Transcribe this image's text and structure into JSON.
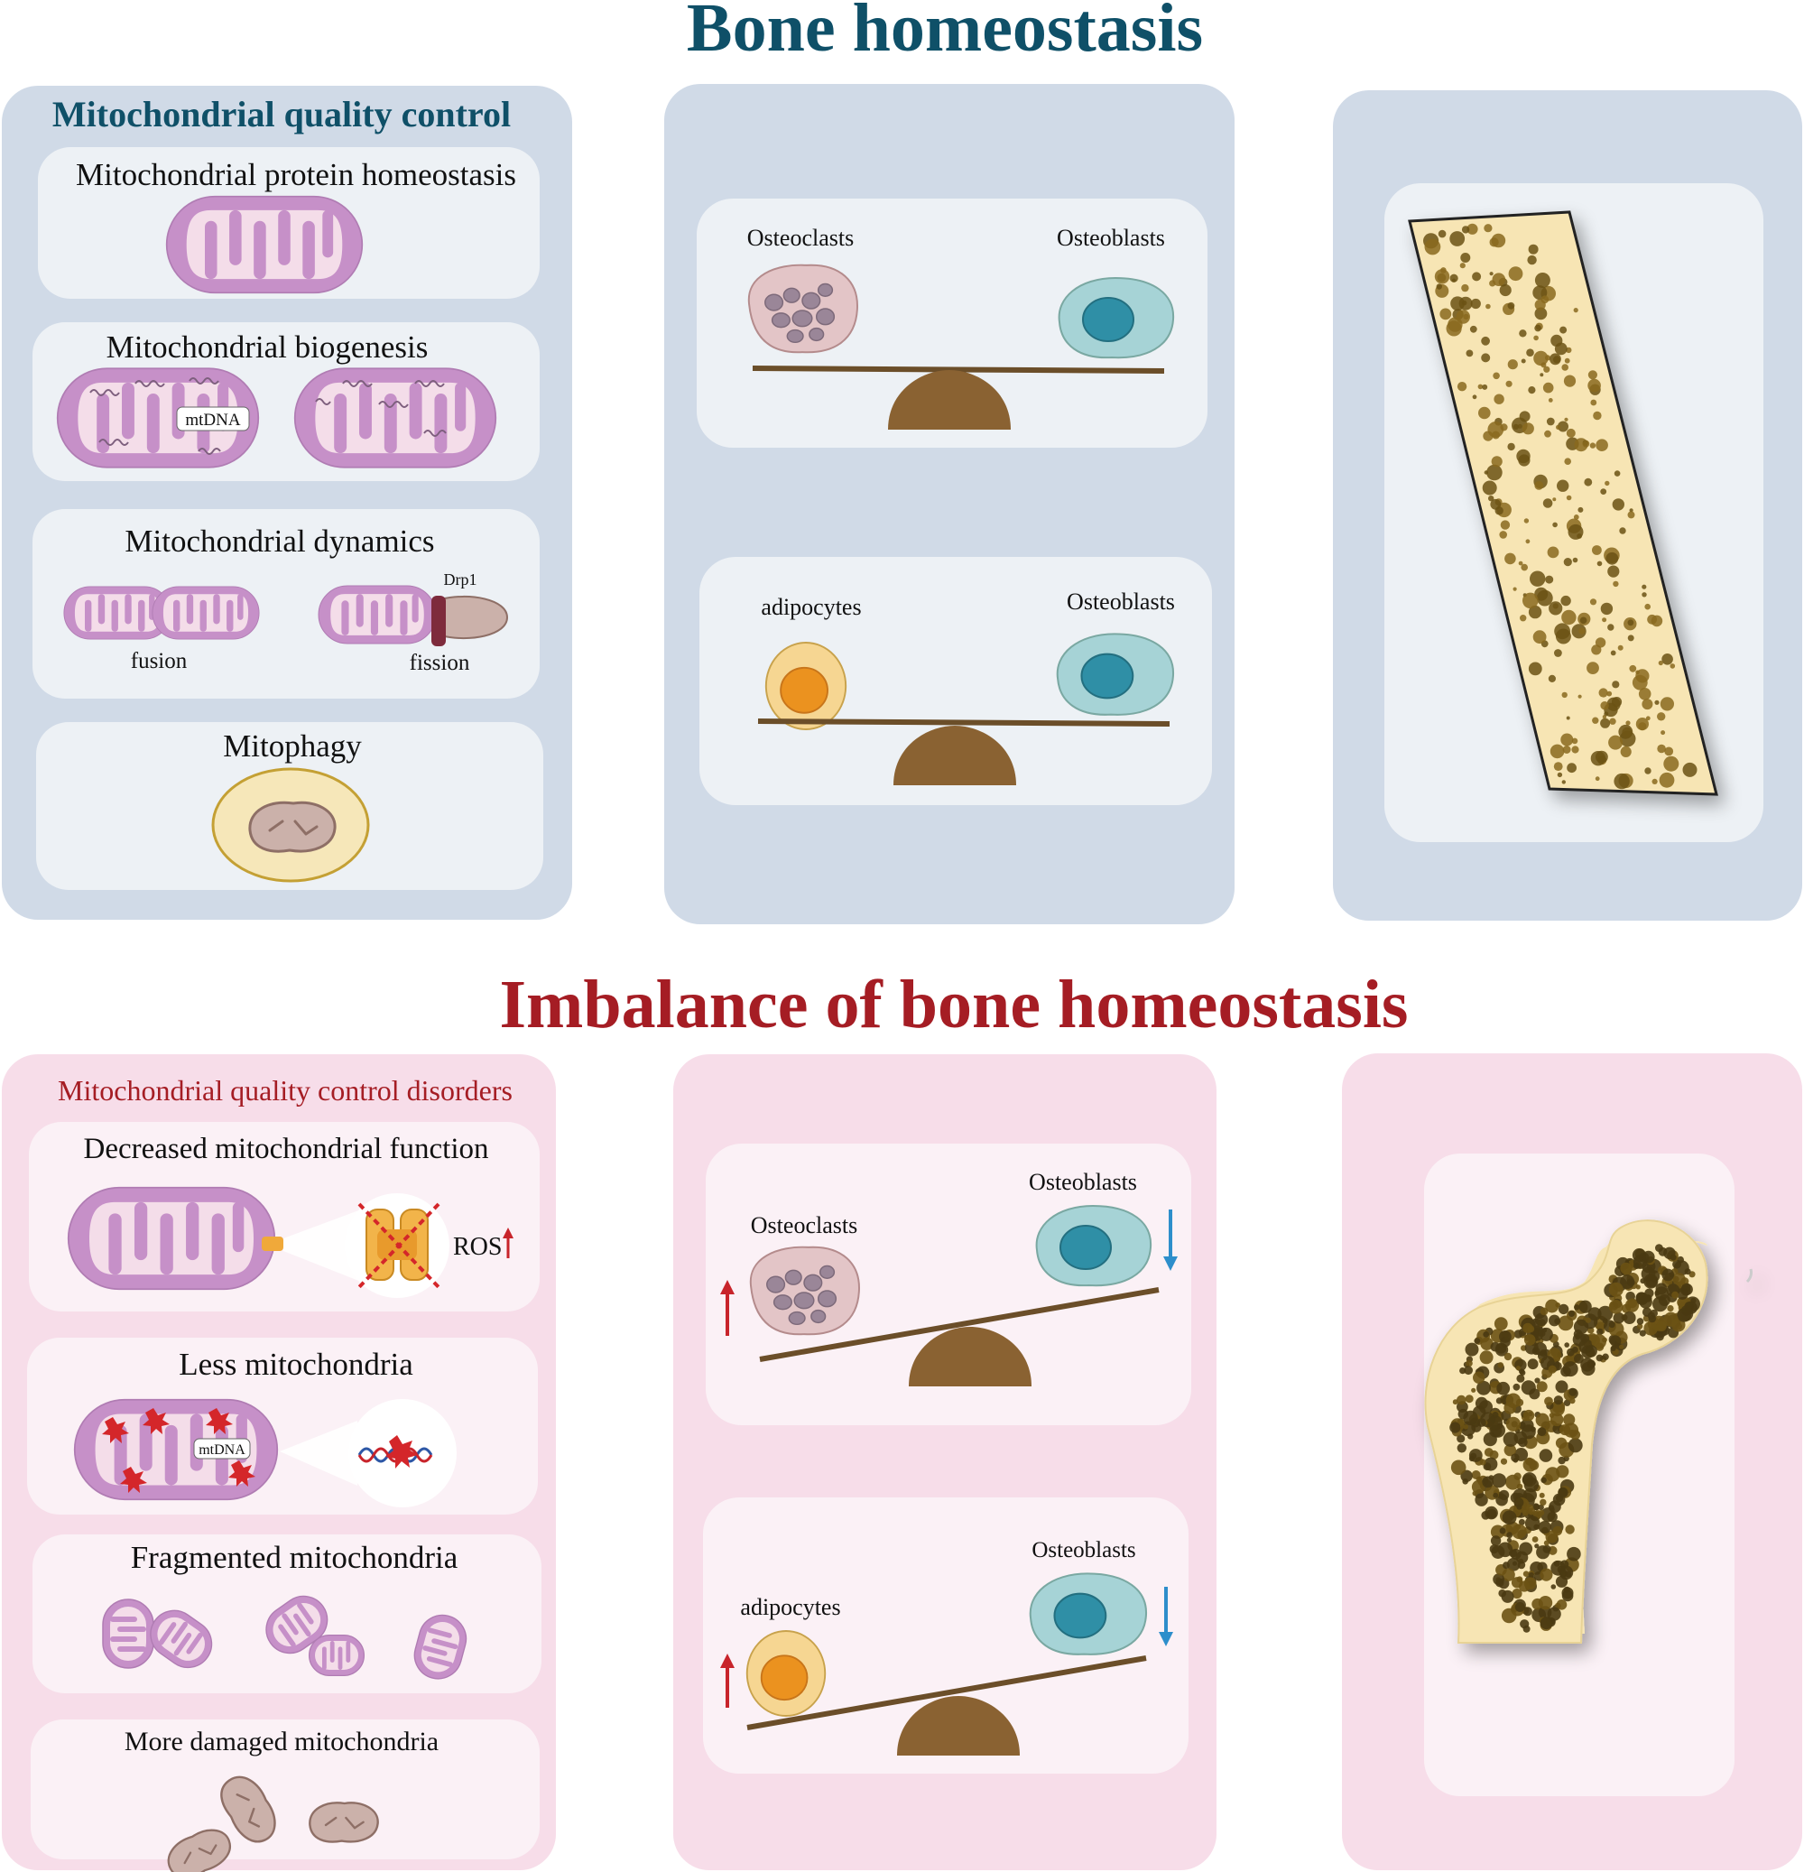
{
  "colors": {
    "top_title": "#0f5068",
    "bottom_title": "#a51d24",
    "panel_blue": "#d0dae7",
    "panel_pink": "#f7dde9",
    "card_blue": "#edf1f5",
    "card_pink": "#fbf1f6",
    "mito_outer": "#c690c8",
    "mito_inner": "#f4dde9",
    "damaged_mito": "#cbb1aa",
    "osteoclast": "#e3c5c7",
    "osteoblast": "#a6d3d6",
    "osteoblast_nucleus": "#2f8fa6",
    "adipocyte": "#f6d692",
    "adipocyte_nucleus": "#eb921f",
    "fulcrum": "#8a6232",
    "bone": "#f7e5b4",
    "pore": "#6b5214",
    "arrow_up": "#c8242b",
    "arrow_down": "#2d8ecb"
  },
  "top": {
    "title": "Bone homeostasis",
    "mqc": {
      "title": "Mitochondrial quality control",
      "protein_homeostasis": "Mitochondrial protein homeostasis",
      "biogenesis": "Mitochondrial biogenesis",
      "mtdna_label": "mtDNA",
      "dynamics": "Mitochondrial dynamics",
      "drp1_label": "Drp1",
      "fusion_label": "fusion",
      "fission_label": "fission",
      "mitophagy": "Mitophagy"
    },
    "balance1": {
      "left": "Osteoclasts",
      "right": "Osteoblasts"
    },
    "balance2": {
      "left": "adipocytes",
      "right": "Osteoblasts"
    },
    "bone_icon": "healthy-long-bone-icon"
  },
  "bottom": {
    "title": "Imbalance of bone homeostasis",
    "mqc": {
      "title": "Mitochondrial quality control disorders",
      "decreased_function": "Decreased mitochondrial function",
      "ros_label": "ROS",
      "less_mito": "Less mitochondria",
      "mtdna_label": "mtDNA",
      "fragmented": "Fragmented mitochondria",
      "damaged": "More damaged mitochondria"
    },
    "balance1": {
      "left": "Osteoclasts",
      "right": "Osteoblasts"
    },
    "balance2": {
      "left": "adipocytes",
      "right": "Osteoblasts"
    },
    "bone_icon": "osteoporotic-femur-icon"
  }
}
